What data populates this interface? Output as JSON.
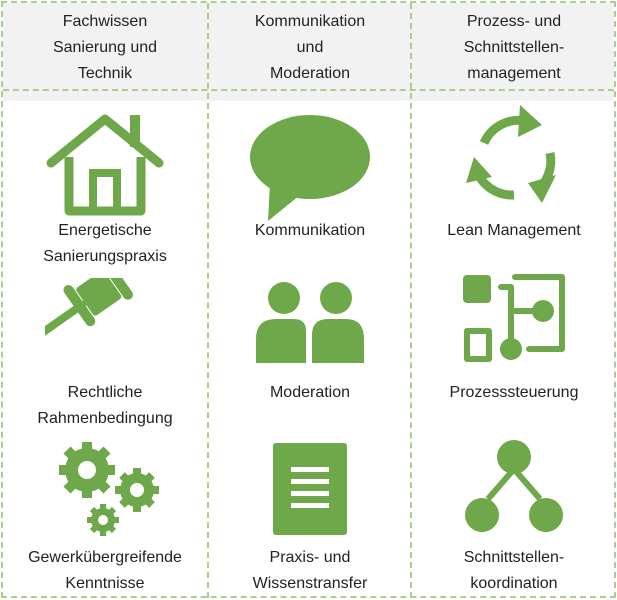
{
  "columns": [
    {
      "header": [
        "Fachwissen",
        "Sanierung und",
        "Technik"
      ],
      "items": [
        {
          "icon": "house-icon",
          "label": [
            "Energetische",
            "Sanierungspraxis"
          ]
        },
        {
          "icon": "gavel-icon",
          "label": [
            "Rechtliche",
            "Rahmenbedingung"
          ]
        },
        {
          "icon": "gears-icon",
          "label": [
            "Gewerkübergreifende",
            "Kenntnisse"
          ]
        }
      ]
    },
    {
      "header": [
        "Kommunikation",
        "und",
        "Moderation"
      ],
      "items": [
        {
          "icon": "speech-bubble-icon",
          "label": [
            "Kommunikation"
          ]
        },
        {
          "icon": "people-icon",
          "label": [
            "Moderation"
          ]
        },
        {
          "icon": "document-icon",
          "label": [
            "Praxis- und",
            "Wissenstransfer"
          ]
        }
      ]
    },
    {
      "header": [
        "Prozess- und",
        "Schnittstellen-",
        "management"
      ],
      "items": [
        {
          "icon": "cycle-arrows-icon",
          "label": [
            "Lean Management"
          ]
        },
        {
          "icon": "process-flow-icon",
          "label": [
            "Prozesssteuerung"
          ]
        },
        {
          "icon": "hierarchy-icon",
          "label": [
            "Schnittstellen-",
            "koordination"
          ]
        }
      ]
    }
  ],
  "colors": {
    "accent": "#6ea84a",
    "border": "#a8cf8d",
    "header_bg": "#f2f2f2"
  }
}
